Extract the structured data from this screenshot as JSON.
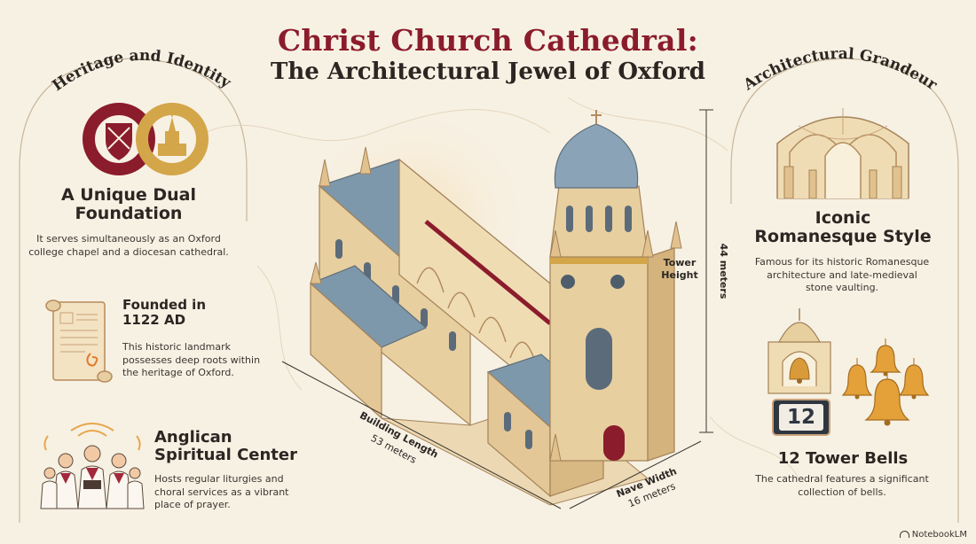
{
  "title": {
    "line1": "Christ Church Cathedral:",
    "line2": "The Architectural Jewel of Oxford"
  },
  "left_panel": {
    "arc_label": "Heritage and Identity",
    "dual": {
      "heading_line1": "A Unique Dual",
      "heading_line2": "Foundation",
      "text_line1": "It serves simultaneously as an Oxford",
      "text_line2": "college chapel and a diocesan cathedral."
    },
    "founded": {
      "heading_line1": "Founded in",
      "heading_line2": "1122 AD",
      "text_line1": "This historic landmark",
      "text_line2": "possesses deep roots within",
      "text_line3": "the heritage of Oxford."
    },
    "anglican": {
      "heading_line1": "Anglican",
      "heading_line2": "Spiritual Center",
      "text_line1": "Hosts regular liturgies and",
      "text_line2": "choral services as a vibrant",
      "text_line3": "place of prayer."
    }
  },
  "right_panel": {
    "arc_label": "Architectural Grandeur",
    "romanesque": {
      "heading_line1": "Iconic",
      "heading_line2": "Romanesque Style",
      "text_line1": "Famous for its historic Romanesque",
      "text_line2": "architecture and late-medieval",
      "text_line3": "stone vaulting."
    },
    "bells": {
      "counter": "12",
      "heading": "12 Tower Bells",
      "text_line1": "The cathedral features a significant",
      "text_line2": "collection of bells."
    }
  },
  "dimensions": {
    "tower_label_line1": "Tower",
    "tower_label_line2": "Height",
    "tower_value": "44 meters",
    "length_label": "Building Length",
    "length_value": "53 meters",
    "width_label": "Nave Width",
    "width_value": "16 meters"
  },
  "watermark": "NotebookLM",
  "colors": {
    "background": "#f7f1e4",
    "crimson": "#8b1c2c",
    "gold": "#d4a64a",
    "stone": "#e7cfa0",
    "roof": "#7e98ab"
  },
  "icons": [
    "dual-ring-logo-icon",
    "scroll-icon",
    "choir-icon",
    "vault-arches-icon",
    "bell-tower-icon",
    "bells-icon",
    "cathedral-illustration"
  ]
}
